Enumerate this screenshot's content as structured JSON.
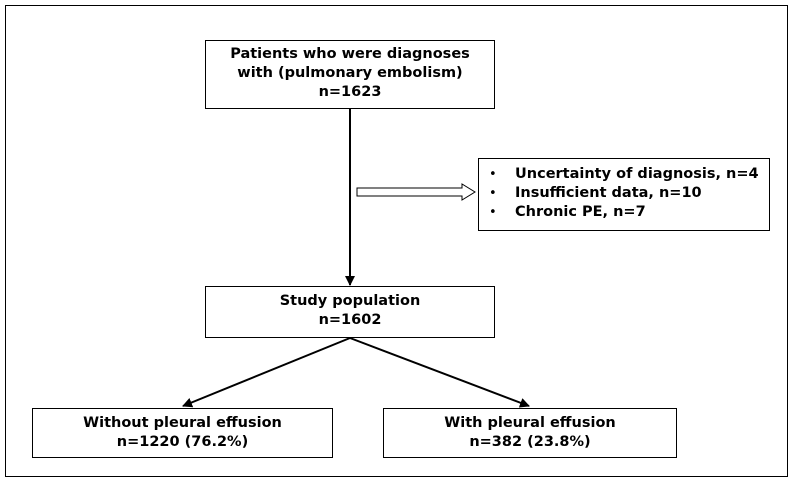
{
  "flowchart": {
    "patients": {
      "line1": "Patients who were diagnoses",
      "line2": "with (pulmonary embolism)",
      "line3": "n=1623"
    },
    "exclusions": [
      "Uncertainty of diagnosis, n=4",
      "Insufficient data, n=10",
      "Chronic PE, n=7"
    ],
    "bullet": "•",
    "study": {
      "line1": "Study population",
      "line2": "n=1602"
    },
    "without": {
      "line1": "Without pleural effusion",
      "line2": "n=1220 (76.2%)"
    },
    "with": {
      "line1": "With pleural effusion",
      "line2": "n=382 (23.8%)"
    }
  }
}
